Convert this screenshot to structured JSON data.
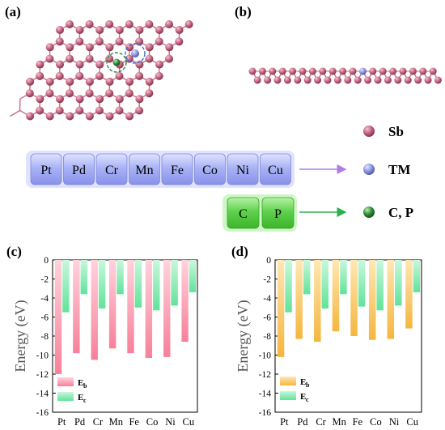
{
  "panels": {
    "a": "(a)",
    "b": "(b)",
    "c": "(c)",
    "d": "(d)"
  },
  "legend_atoms": [
    {
      "label": "Sb",
      "color": "#c0607c"
    },
    {
      "label": "TM",
      "color": "#8a93e0"
    },
    {
      "label": "C, P",
      "color": "#2d8a34"
    }
  ],
  "tm_elements": [
    "Pt",
    "Pd",
    "Cr",
    "Mn",
    "Fe",
    "Co",
    "Ni",
    "Cu"
  ],
  "np_elements": [
    "C",
    "P"
  ],
  "colors": {
    "sb_atom": "#c0607c",
    "bond": "#c86a86",
    "tm_atom": "#8a93e0",
    "np_atom": "#2d8a34",
    "tm_box": "#aab3f5",
    "np_box": "#5fd14d",
    "tm_arrow": "#b07ce8",
    "np_arrow": "#2ab04a",
    "eb_c": "#f7809a",
    "ec": "#61e39a",
    "eb_d": "#f5b63e"
  },
  "chart_data": [
    {
      "type": "bar",
      "panel": "(c)",
      "categories": [
        "Pt",
        "Pd",
        "Cr",
        "Mn",
        "Fe",
        "Co",
        "Ni",
        "Cu"
      ],
      "series": [
        {
          "name": "E_b",
          "values": [
            -12.0,
            -9.8,
            -10.5,
            -9.3,
            -9.8,
            -10.3,
            -10.2,
            -8.6
          ]
        },
        {
          "name": "E_c",
          "values": [
            -5.5,
            -3.6,
            -5.1,
            -3.6,
            -5.0,
            -5.3,
            -4.8,
            -3.4
          ]
        }
      ],
      "ylabel": "Energy (eV)",
      "ylim": [
        -16,
        0
      ],
      "yticks": [
        0,
        -2,
        -4,
        -6,
        -8,
        -10,
        -12,
        -14,
        -16
      ],
      "legend": [
        {
          "main": "E",
          "sub": "b"
        },
        {
          "main": "E",
          "sub": "c"
        }
      ],
      "legend_position": "bottom-left"
    },
    {
      "type": "bar",
      "panel": "(d)",
      "categories": [
        "Pt",
        "Pd",
        "Cr",
        "Mn",
        "Fe",
        "Co",
        "Ni",
        "Cu"
      ],
      "series": [
        {
          "name": "E_b",
          "values": [
            -10.2,
            -8.3,
            -8.6,
            -7.5,
            -8.0,
            -8.4,
            -8.3,
            -7.2
          ]
        },
        {
          "name": "E_c",
          "values": [
            -5.5,
            -3.6,
            -5.1,
            -3.6,
            -4.9,
            -5.3,
            -4.8,
            -3.4
          ]
        }
      ],
      "ylabel": "Energy (eV)",
      "ylim": [
        -16,
        0
      ],
      "yticks": [
        0,
        -2,
        -4,
        -6,
        -8,
        -10,
        -12,
        -14,
        -16
      ],
      "legend": [
        {
          "main": "E",
          "sub": "b"
        },
        {
          "main": "E",
          "sub": "c"
        }
      ],
      "legend_position": "bottom-left"
    }
  ]
}
